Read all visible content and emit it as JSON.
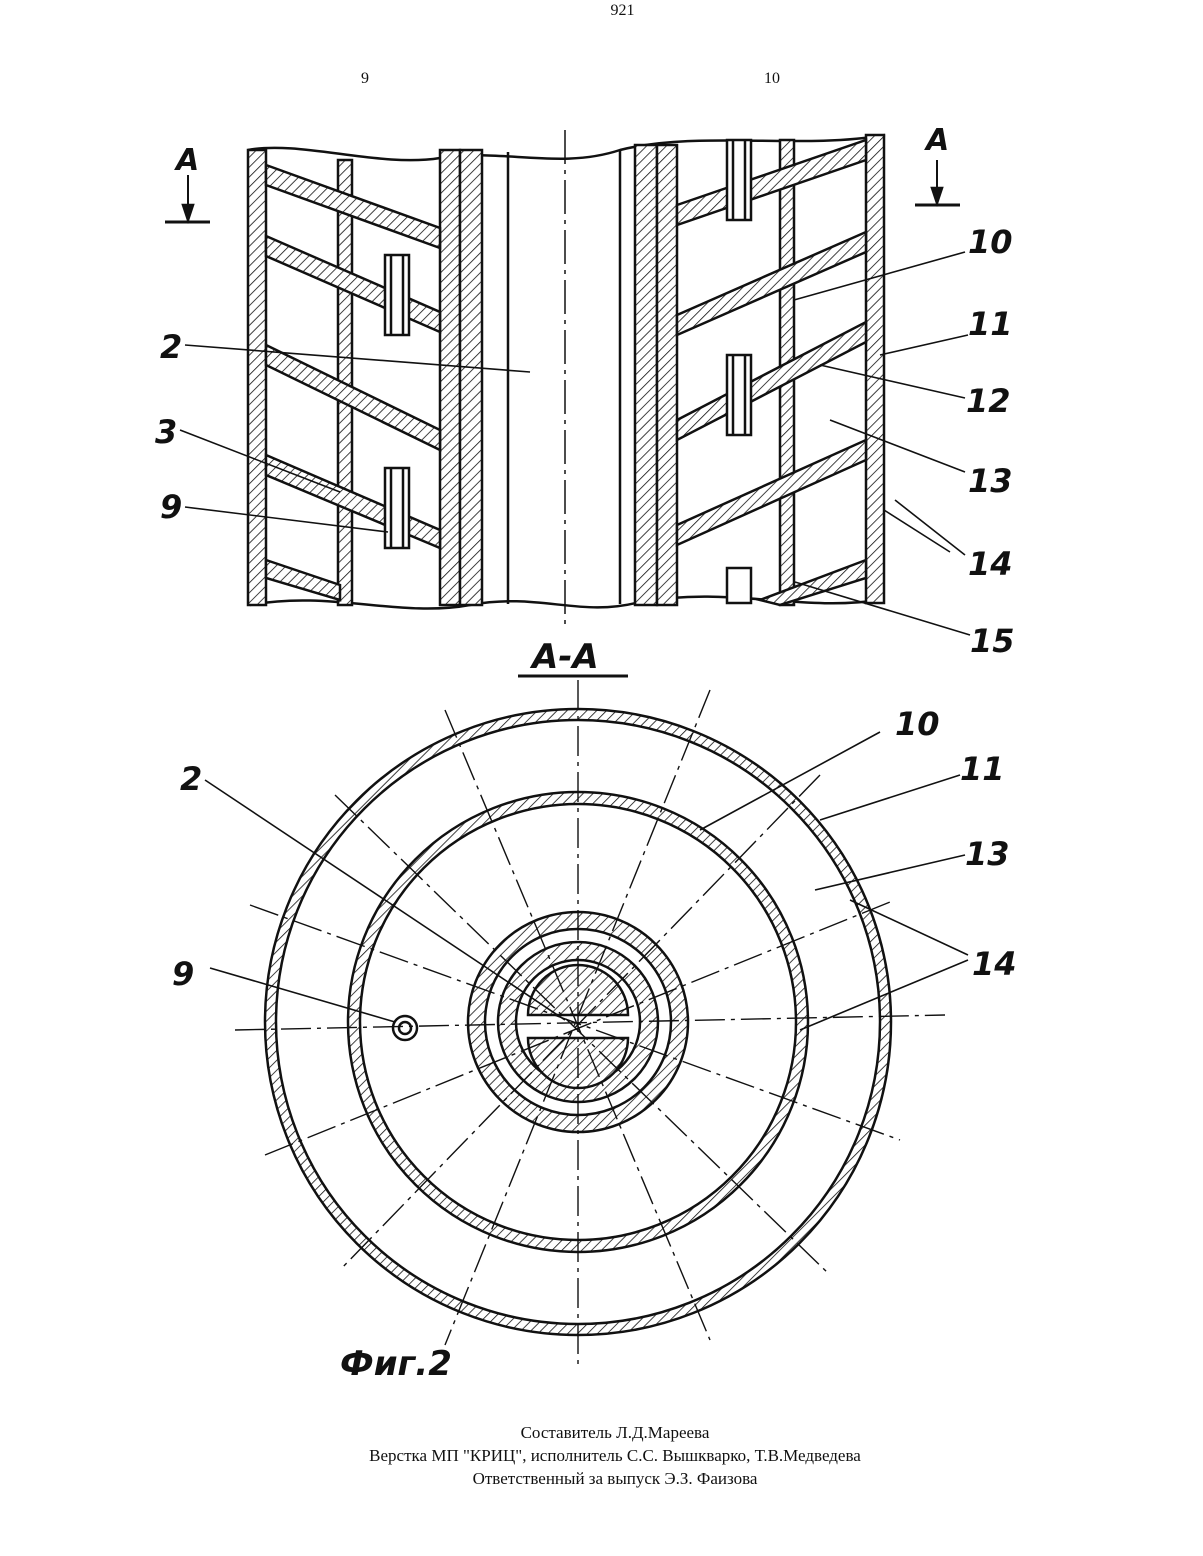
{
  "header": {
    "page_number": "921",
    "column_left": "9",
    "column_right": "10"
  },
  "figure": {
    "section_mark": "A",
    "section_title": "А-А",
    "caption": "Фиг.2",
    "callouts_top": [
      "2",
      "3",
      "9",
      "10",
      "11",
      "12",
      "13",
      "14",
      "15"
    ],
    "callouts_bottom": [
      "2",
      "9",
      "10",
      "11",
      "13",
      "14"
    ]
  },
  "footer": {
    "compiler": "Составитель  Л.Д.Мареева",
    "layout": "Верстка МП \"КРИЦ\", исполнитель С.С. Вышкварко, Т.В.Медведева",
    "responsible": "Ответственный за выпуск Э.З. Фаизова"
  }
}
